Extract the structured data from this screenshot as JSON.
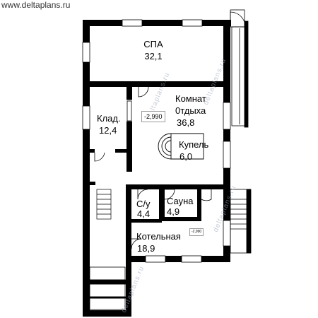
{
  "site": "www.deltaplans.ru",
  "watermark": "deltaplans.ru",
  "rooms": {
    "spa": {
      "name": "СПА",
      "area": "32,1"
    },
    "storage": {
      "name": "Клад.",
      "area": "12,4"
    },
    "lounge": {
      "name_line1": "Комнат",
      "name_line2": "0тдыха",
      "area": "36,8"
    },
    "plunge_pool": {
      "name": "Купель",
      "area": "6,0"
    },
    "wc": {
      "name": "С/у",
      "area": "4,4"
    },
    "sauna": {
      "name": "Сауна",
      "area": "4,9"
    },
    "boiler": {
      "name": "Котельная",
      "area": "18,9"
    }
  },
  "level_marks": {
    "lounge": "-2,990",
    "boiler": "-2,990"
  },
  "colors": {
    "wall": "#000000",
    "window": "#ffffff",
    "line": "#000000",
    "mark_border": "#9a9a9a"
  }
}
